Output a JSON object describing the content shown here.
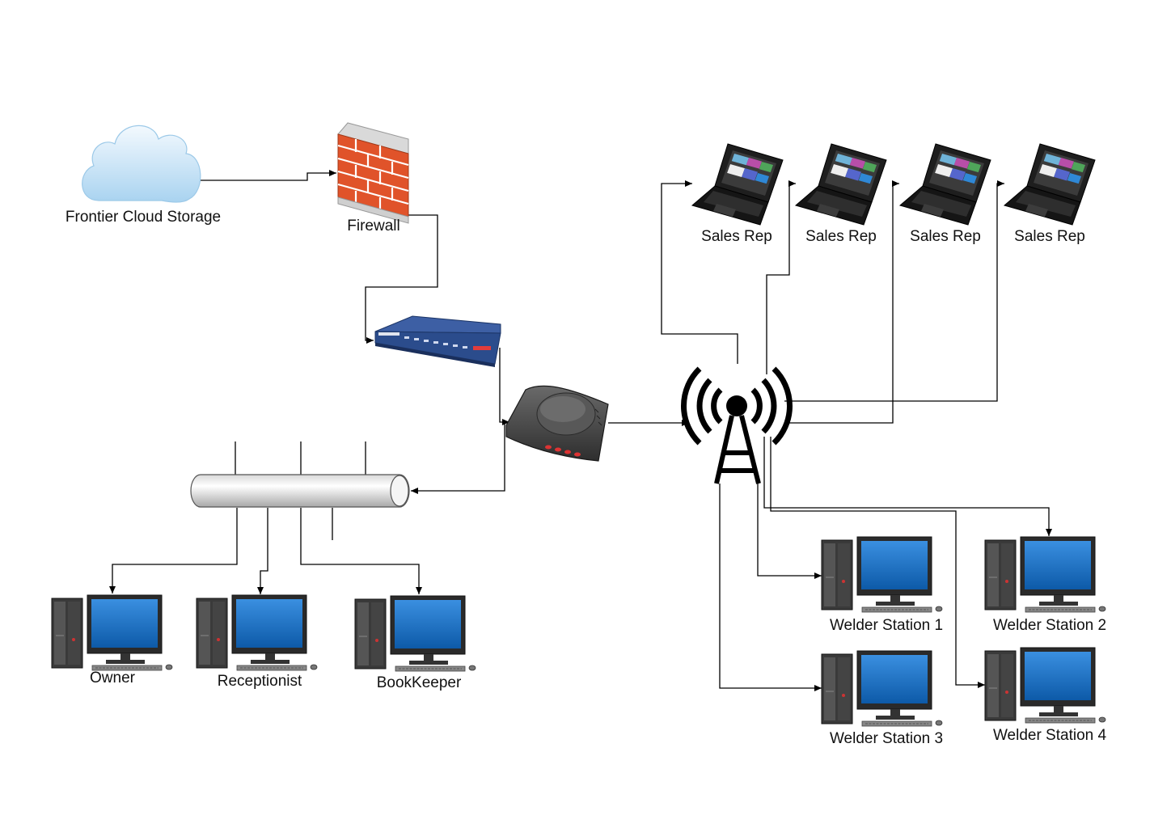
{
  "nodes": {
    "cloud": "Frontier Cloud Storage",
    "firewall": "Firewall",
    "router": "",
    "modem": "",
    "tower": "",
    "bus": "",
    "laptops": [
      "Sales Rep",
      "Sales Rep",
      "Sales Rep",
      "Sales Rep"
    ],
    "office_pcs": [
      "Owner",
      "Receptionist",
      "BookKeeper"
    ],
    "welder_pcs": [
      "Welder Station 1",
      "Welder Station 2",
      "Welder Station 3",
      "Welder Station 4"
    ]
  },
  "colors": {
    "line": "#000000",
    "screen": "#1e73c8",
    "brick": "#e0532a",
    "router": "#2b4c8c",
    "cloud": "#cfe6f7"
  }
}
